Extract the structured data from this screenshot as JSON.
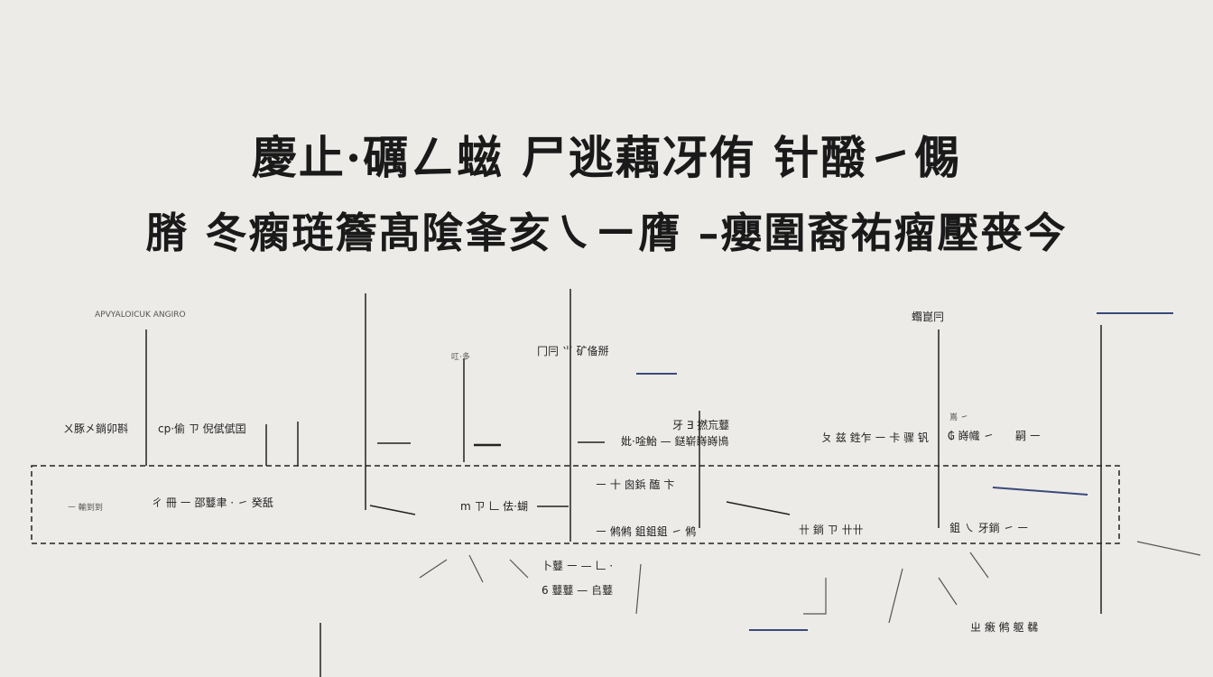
{
  "title_line_1": "慶止·礪ㄥ螆 尸逃藕冴侑 针醱㇀儩",
  "title_line_2": "膌 冬瘸琏簷髙隂夆亥㇏ㄧ膺 –癭圍裔祐瘤壓䘮今",
  "labels": {
    "top_left_caption": "APVYALOICUK ANGIRO",
    "left_axis_label": "ㄨ豚㐅鋿卯斟",
    "left_row_label": "cp·偷 ㄗ 倪倵倵囯",
    "mid_top_label": "冂冃 ⺌ 矿俻掰",
    "mid_small_label": "叿·多",
    "center_row_label_1": "牙 ∃ 撚巟鼟",
    "center_row_label_2": "妣·唫鮐 — 鎹崭嵵嵵鳪",
    "right_row_label": "ㄆ 兹 鉎乍 ㇐ 卡 骤 钒",
    "right_top_label": "蠮崑冃",
    "right_side_label_1": "嶌 ㇀",
    "right_side_label_2": "₲ 嵵幟 ㇀",
    "right_side_label_3": "嗣 ㇐",
    "box_left_label": "ㄔ 冊 ㇐ 邵鼟聿 ·  ㇀ 癸舐",
    "box_left_small": "㇐ 輸到到",
    "box_center_label": "ⅿ ㄗ 𠃊 佉·蝴",
    "box_center_right_label": "㇐ 十 囪鋲 醢 卞",
    "box_bottom_label_1": "㇐ 鸺鸺 鉏鉏鉏 ㇀ 鸺",
    "box_bottom_label_2": "卄 鋿 ㄗ 卄卄",
    "box_right_label": "鉏 ㇏ 牙鋿 ㇀ ㇐",
    "below_label_1": "卜鼟 ㇐ — 𠃊 ·",
    "below_label_2": "6 鼟鼟 — 𠂤鼟",
    "bottom_right_label": "ㄓ 瘷 鸺 躯 㣈"
  },
  "colors": {
    "background": "#ecebe8",
    "ink": "#1a1a1a",
    "accent_line": "#3a4a7a"
  }
}
